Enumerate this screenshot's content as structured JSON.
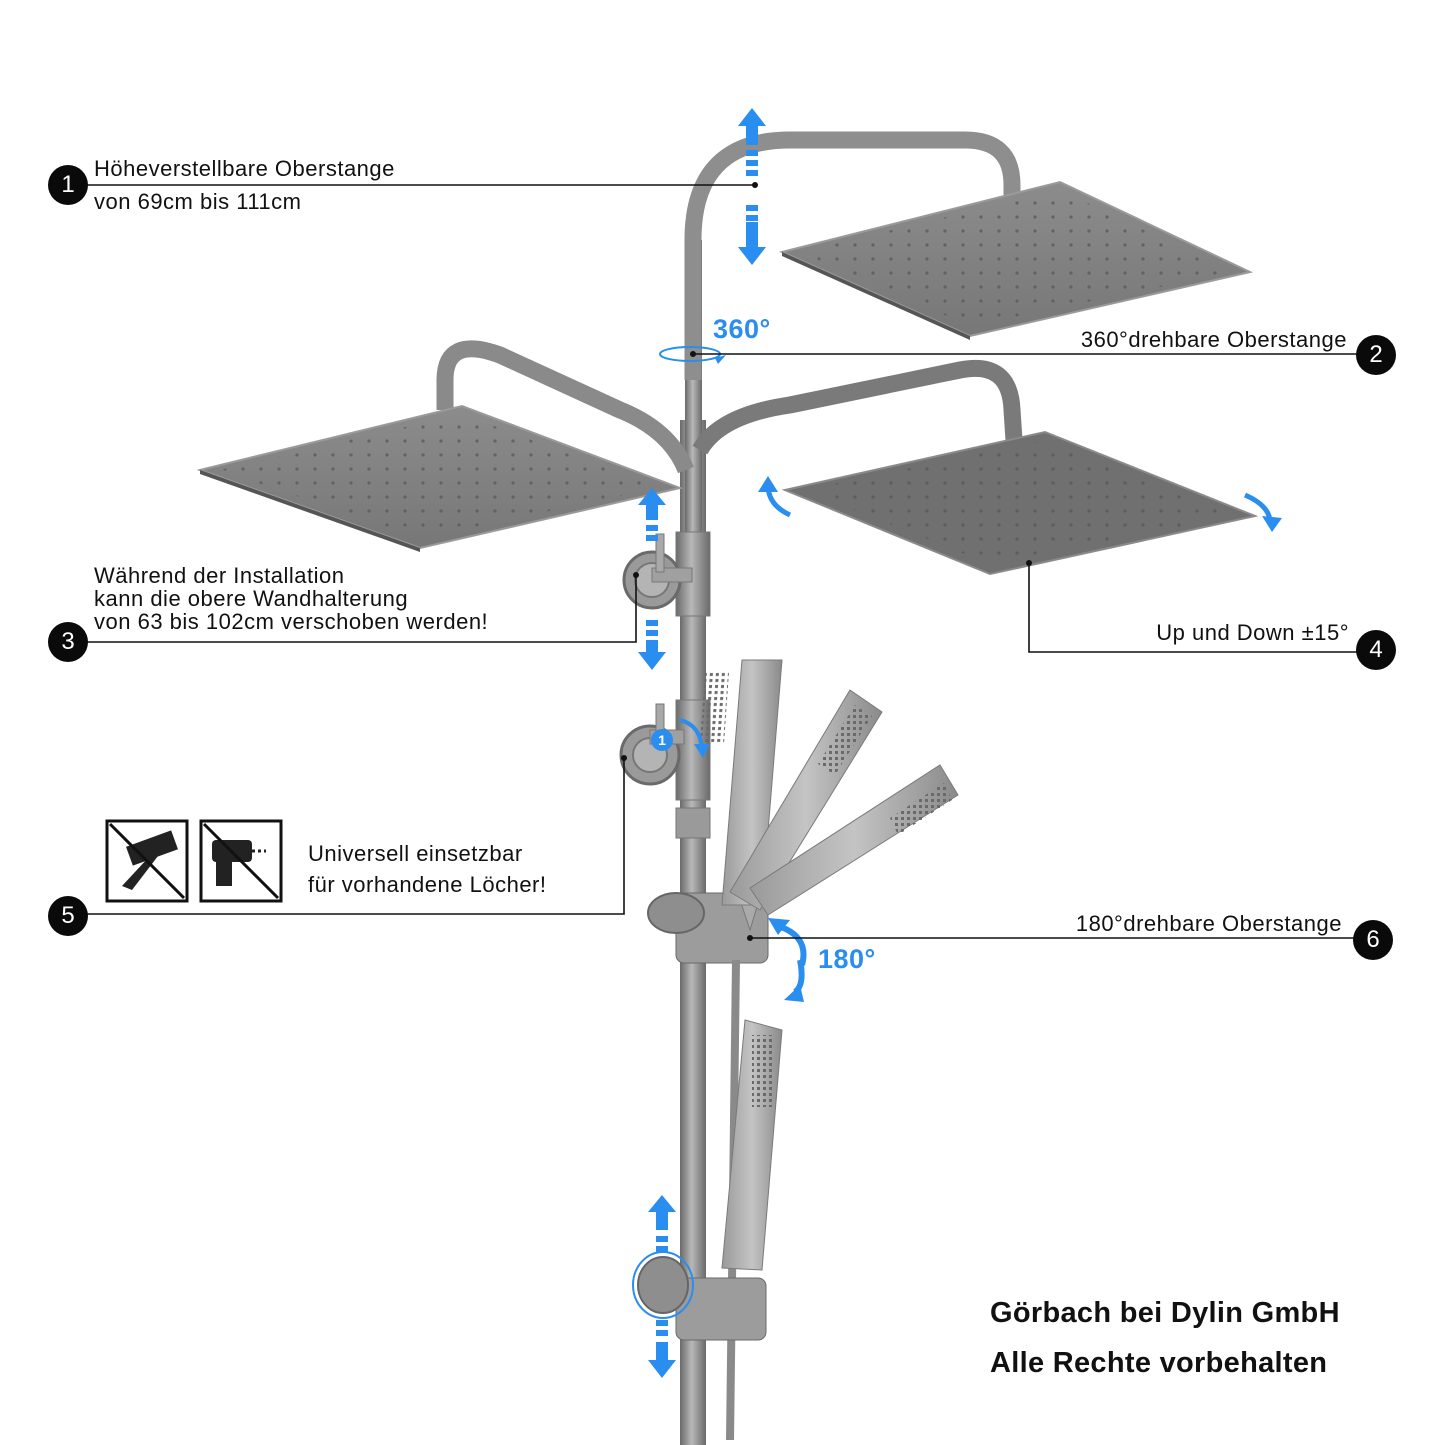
{
  "callouts": [
    {
      "number": "1",
      "lines": [
        "Höheverstellbare Oberstange",
        "von 69cm bis 111cm"
      ]
    },
    {
      "number": "2",
      "lines": [
        "360°drehbare Oberstange"
      ]
    },
    {
      "number": "3",
      "lines": [
        "Während der Installation",
        "kann die obere Wandhalterung",
        "von 63 bis 102cm verschoben werden!"
      ]
    },
    {
      "number": "4",
      "lines": [
        "Up und Down ±15°"
      ]
    },
    {
      "number": "5",
      "lines": [
        "Universell einsetzbar",
        "für vorhandene Löcher!"
      ]
    },
    {
      "number": "6",
      "lines": [
        "180°drehbare Oberstange"
      ]
    }
  ],
  "angles": {
    "rotate_360": "360°",
    "rotate_180": "180°"
  },
  "bracket_marker": "1",
  "copyright": {
    "line1": "Görbach bei Dylin GmbH",
    "line2": "Alle Rechte vorbehalten"
  },
  "icons": [
    "no-hammer-icon",
    "no-drill-icon"
  ],
  "colors": {
    "metal": "#8a8a8a",
    "metal_dark": "#6e6e6e",
    "arrow_blue": "#2a8df0",
    "badge": "#0a0a0a"
  }
}
